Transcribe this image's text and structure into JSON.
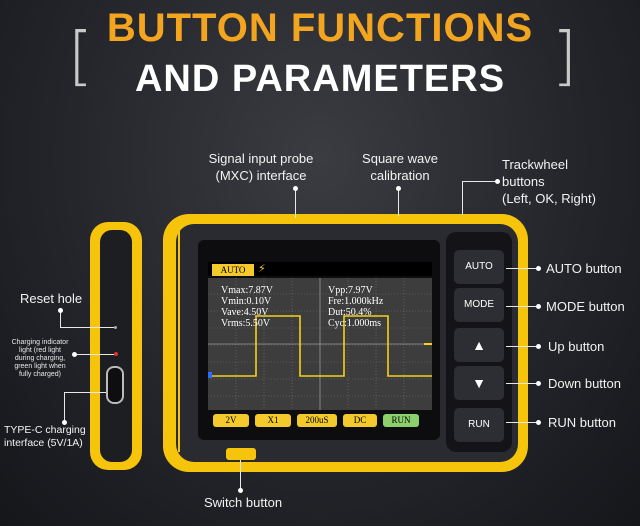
{
  "title": {
    "line1": "BUTTON FUNCTIONS",
    "line2": "AND PARAMETERS",
    "bracket_left": "[",
    "bracket_right": "]"
  },
  "callouts": {
    "probe": [
      "Signal input probe",
      "(MXC) interface"
    ],
    "square_wave": [
      "Square wave",
      "calibration"
    ],
    "trackwheel": [
      "Trackwheel",
      "buttons",
      "(Left, OK, Right)"
    ],
    "reset": "Reset hole",
    "charging_indicator": [
      "Charging indicator",
      "light (red light",
      "during charging,",
      "green light when",
      "fully charged)"
    ],
    "typec": [
      "TYPE-C charging",
      "interface (5V/1A)"
    ],
    "switch": "Switch button",
    "auto": "AUTO button",
    "mode": "MODE button",
    "up": "Up button",
    "down": "Down button",
    "run": "RUN button"
  },
  "device": {
    "hw_buttons": {
      "auto": "AUTO",
      "mode": "MODE",
      "up_icon": "▲",
      "down_icon": "▼",
      "run": "RUN"
    },
    "screen": {
      "mode_tag": "AUTO",
      "bolt_icon": "⚡",
      "measurements": {
        "vmax": "Vmax:7.87V",
        "vmin": "Vmin:0.10V",
        "vave": "Vave:4.50V",
        "vrms": "Vrms:5.50V",
        "vpp": "Vpp:7.97V",
        "fre": "Fre:1.000kHz",
        "dut": "Dut:50.4%",
        "cyc": "Cyc:1.000ms"
      },
      "softkeys": [
        "2V",
        "X1",
        "200uS",
        "DC",
        "RUN"
      ]
    }
  },
  "colors": {
    "accent_yellow": "#f4a520",
    "device_yellow": "#f7c40c",
    "run_green": "#8bd06a",
    "trace_yellow": "#f3d21c"
  }
}
